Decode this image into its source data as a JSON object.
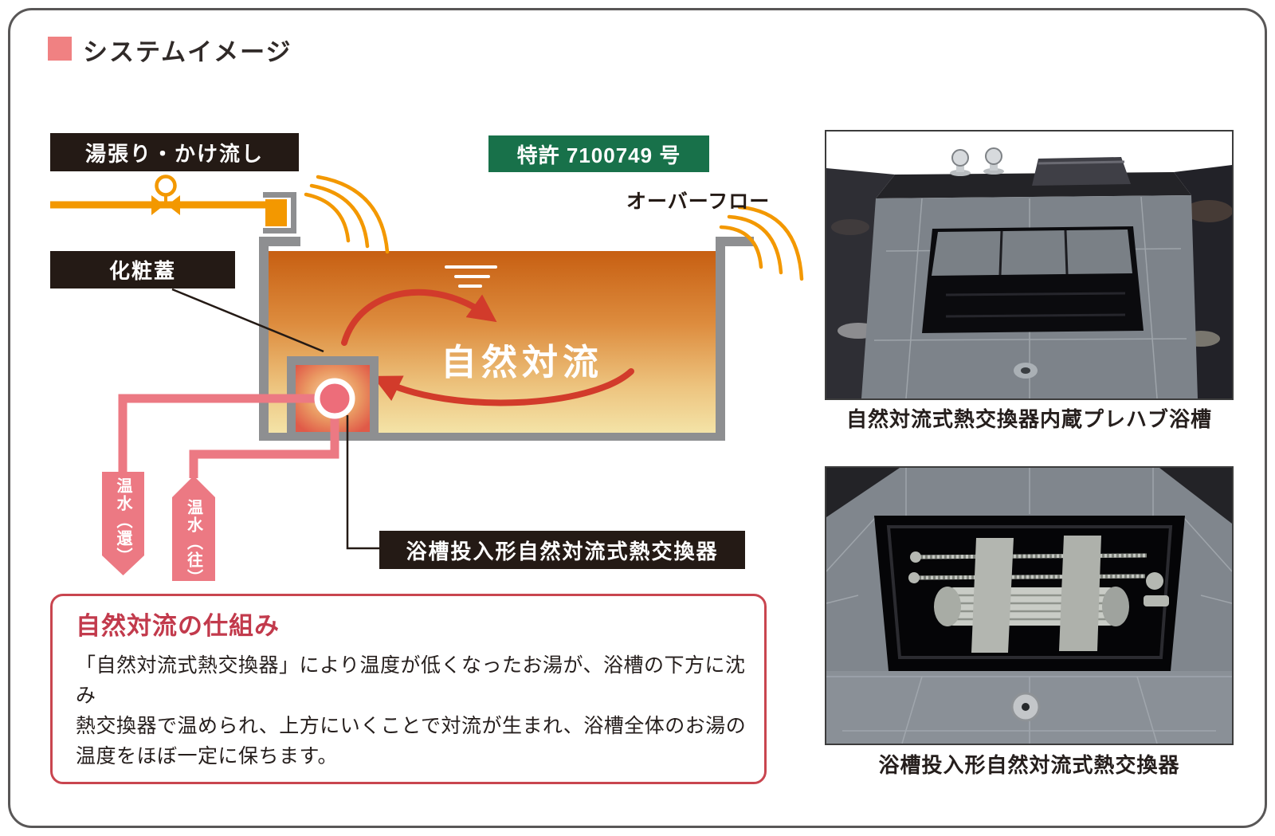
{
  "header": {
    "title": "システムイメージ",
    "accent_color": "#f08182"
  },
  "diagram": {
    "labels": {
      "fill_label": "湯張り・かけ流し",
      "patent_label": "特許 7100749 号",
      "overflow_label": "オーバーフロー",
      "cover_label": "化粧蓋",
      "convection_label": "自然対流",
      "exchanger_label": "浴槽投入形自然対流式熱交換器",
      "return_label": "温水（還）",
      "supply_label": "温水（往）"
    },
    "colors": {
      "pipe_orange": "#f39800",
      "wall_gray": "#8e8f91",
      "arrow_red": "#d23b2b",
      "pipe_pink": "#ec7983",
      "label_black": "#241a15",
      "patent_green": "#18714a",
      "water_top": "#c75f12",
      "water_bottom": "#f4e3a7"
    }
  },
  "info_box": {
    "title": "自然対流の仕組み",
    "lines": [
      "「自然対流式熱交換器」により温度が低くなったお湯が、浴槽の下方に沈み",
      "熱交換器で温められ、上方にいくことで対流が生まれ、浴槽全体のお湯の",
      "温度をほぼ一定に保ちます。"
    ]
  },
  "photos": [
    {
      "caption": "自然対流式熱交換器内蔵プレハブ浴槽"
    },
    {
      "caption": "浴槽投入形自然対流式熱交換器"
    }
  ]
}
